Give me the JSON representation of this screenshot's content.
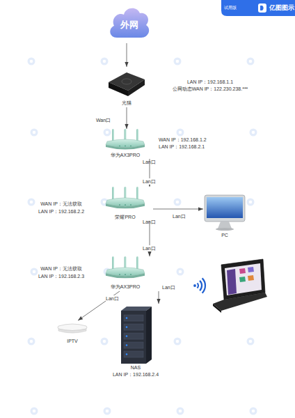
{
  "diagram": {
    "nodes": [
      {
        "text": [
          "外网"
        ]
      },
      {
        "text": [
          "光猫",
          "LAN IP：192.168.1.1",
          "公网动态WAN IP：122.230.238.***"
        ]
      },
      {
        "text": [
          "华为AX3PRO",
          "WAN IP：192.168.1.2",
          "LAN IP：192.168.2.1"
        ]
      },
      {
        "text": [
          "荣耀PRO",
          "WAN IP：无法获取",
          "LAN IP：192.168.2.2"
        ]
      },
      {
        "text": [
          "PC"
        ]
      },
      {
        "text": [
          "华为AX3PRO",
          "WAN IP：无法获取",
          "LAN IP：192.168.2.3"
        ]
      },
      {
        "text": [
          "IPTV"
        ]
      },
      {
        "text": [
          "NAS",
          "LAN IP：192.168.2.4"
        ]
      }
    ],
    "edges": [
      {
        "from": 0,
        "to": 1,
        "arrow": "to"
      },
      {
        "from": 1,
        "to": 2,
        "arrow": "to",
        "label": "Wan口"
      },
      {
        "from": 2,
        "to": 3,
        "arrow": "to",
        "label": "Lan口"
      },
      {
        "from": 3,
        "to": 4,
        "arrow": "to",
        "label": "Lan口"
      },
      {
        "from": 3,
        "to": 5,
        "arrow": "to",
        "label": "Lan口"
      },
      {
        "from": 5,
        "to": 6,
        "arrow": "to",
        "label": "Lan口"
      },
      {
        "from": 5,
        "to": 7,
        "arrow": "to",
        "label": "Lan口"
      }
    ],
    "labels": [
      "试用版",
      "亿图图示",
      "Lan口",
      "Lan口"
    ]
  }
}
